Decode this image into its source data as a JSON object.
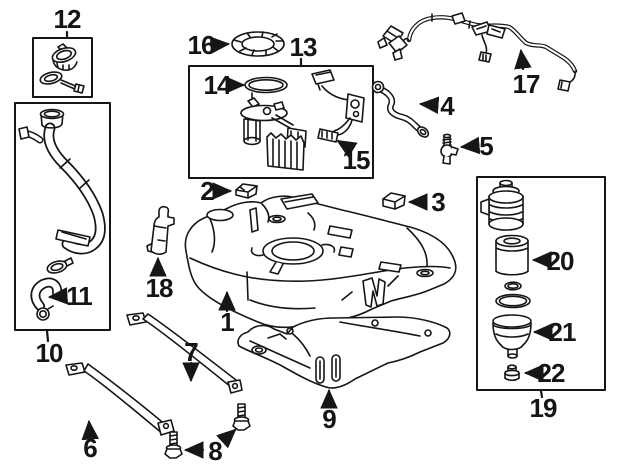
{
  "diagram": {
    "type": "exploded-parts-diagram",
    "subject": "fuel tank and fuel system assembly line-art",
    "background_color": "#ffffff",
    "line_color": "#161616",
    "callouts": [
      {
        "number": "1",
        "depicts": "fuel-tank"
      },
      {
        "number": "2",
        "depicts": "retainer-clip"
      },
      {
        "number": "3",
        "depicts": "retainer-clip"
      },
      {
        "number": "4",
        "depicts": "vent-pipe"
      },
      {
        "number": "5",
        "depicts": "connector-fitting"
      },
      {
        "number": "6",
        "depicts": "tank-strap"
      },
      {
        "number": "7",
        "depicts": "tank-strap"
      },
      {
        "number": "8",
        "depicts": "strap-bolts"
      },
      {
        "number": "9",
        "depicts": "tank-shield"
      },
      {
        "number": "10",
        "depicts": "filler-pipe"
      },
      {
        "number": "11",
        "depicts": "filler-hose"
      },
      {
        "number": "12",
        "depicts": "fuel-cap"
      },
      {
        "number": "13",
        "depicts": "fuel-pump-module"
      },
      {
        "number": "14",
        "depicts": "seal-o-ring"
      },
      {
        "number": "15",
        "depicts": "harness-connector"
      },
      {
        "number": "16",
        "depicts": "lock-ring"
      },
      {
        "number": "17",
        "depicts": "wiring-harness"
      },
      {
        "number": "18",
        "depicts": "mounting-bracket"
      },
      {
        "number": "19",
        "depicts": "fuel-filter-assembly"
      },
      {
        "number": "20",
        "depicts": "filter-element"
      },
      {
        "number": "21",
        "depicts": "filter-bowl"
      },
      {
        "number": "22",
        "depicts": "drain-plug"
      }
    ]
  }
}
